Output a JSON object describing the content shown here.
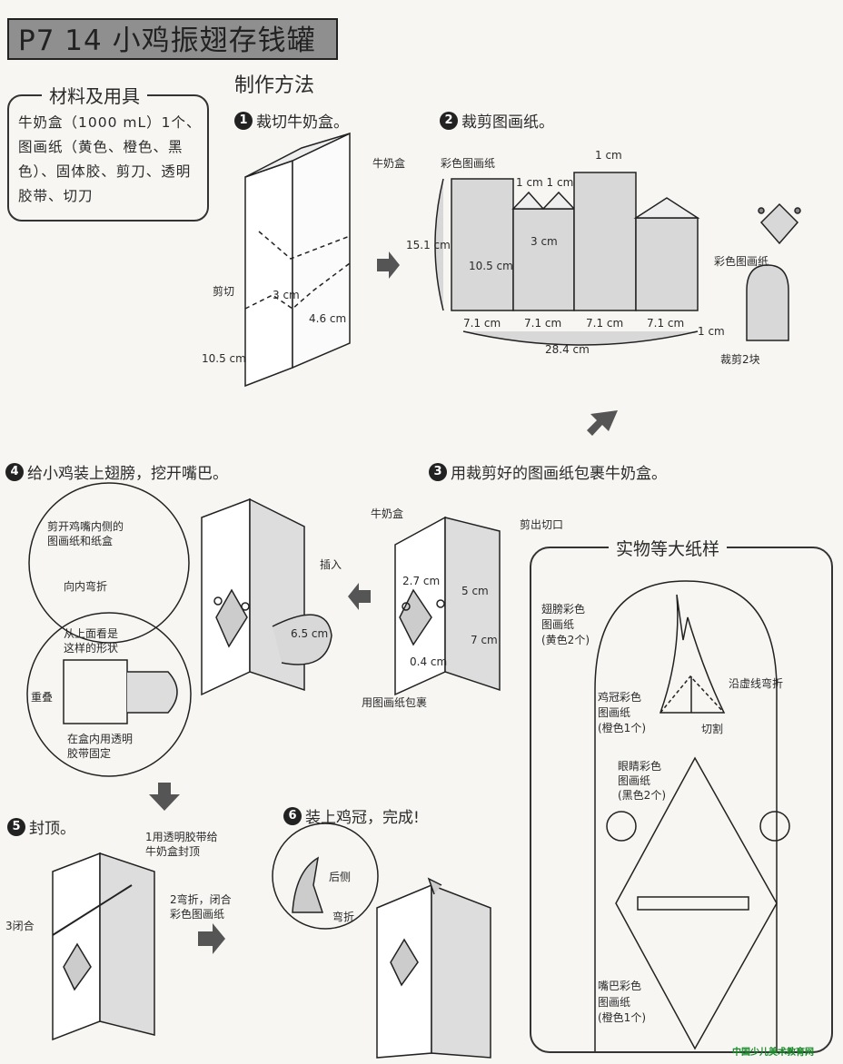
{
  "title": "P7 14 小鸡振翅存钱罐",
  "section": "制作方法",
  "materials": {
    "heading": "材料及用具",
    "text": "牛奶盒（1000 mL）1个、图画纸（黄色、橙色、黑色）、固体胶、剪刀、透明胶带、切刀"
  },
  "steps": [
    {
      "num": "1",
      "text": "裁切牛奶盒。"
    },
    {
      "num": "2",
      "text": "裁剪图画纸。"
    },
    {
      "num": "3",
      "text": "用裁剪好的图画纸包裹牛奶盒。"
    },
    {
      "num": "4",
      "text": "给小鸡装上翅膀，挖开嘴巴。"
    },
    {
      "num": "5",
      "text": "封顶。"
    },
    {
      "num": "6",
      "text": "装上鸡冠，完成!"
    }
  ],
  "step1_labels": [
    "牛奶盒",
    "剪切",
    "3 cm",
    "4.6 cm",
    "10.5 cm"
  ],
  "step2_labels": [
    "彩色图画纸",
    "1 cm",
    "1 cm 1 cm",
    "15.1 cm",
    "3 cm",
    "10.5 cm",
    "7.1 cm",
    "7.1 cm",
    "7.1 cm",
    "7.1 cm",
    "1 cm",
    "28.4 cm",
    "彩色图画纸",
    "裁剪2块"
  ],
  "step3_labels": [
    "牛奶盒",
    "剪出切口",
    "2.7 cm",
    "5 cm",
    "7 cm",
    "0.4 cm",
    "用图画纸包裹"
  ],
  "step4_labels": [
    "剪开鸡嘴内侧的",
    "图画纸和纸盒",
    "向内弯折",
    "从上面看是",
    "这样的形状",
    "重叠",
    "在盒内用透明",
    "胶带固定",
    "插入",
    "6.5 cm"
  ],
  "step5_labels": [
    "1用透明胶带给",
    "牛奶盒封顶",
    "2弯折，闭合",
    "彩色图画纸",
    "3闭合"
  ],
  "step6_labels": [
    "后侧",
    "弯折"
  ],
  "template": {
    "heading": "实物等大纸样",
    "labels": [
      "翅膀彩色",
      "图画纸",
      "(黄色2个)",
      "鸡冠彩色",
      "图画纸",
      "(橙色1个)",
      "沿虚线弯折",
      "切割",
      "眼睛彩色",
      "图画纸",
      "(黑色2个)",
      "嘴巴彩色",
      "图画纸",
      "(橙色1个)"
    ]
  },
  "watermark": "中国少儿美术教育网",
  "colors": {
    "paper": "#f7f6f3",
    "fill": "#d2d2d2",
    "title_bg": "#8f8f8f"
  }
}
